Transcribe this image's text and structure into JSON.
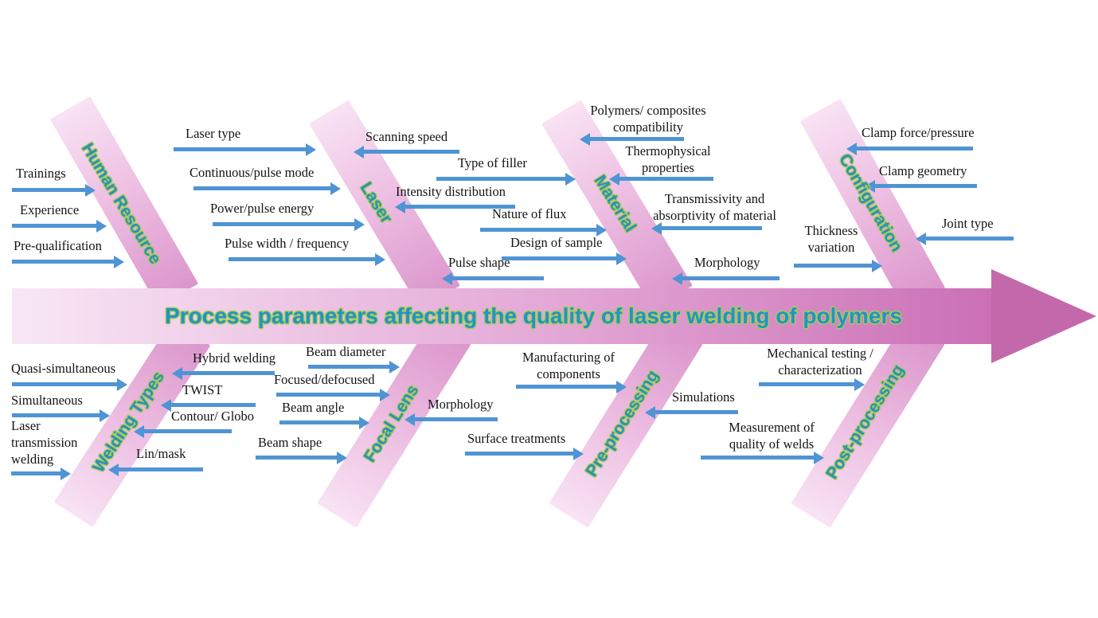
{
  "title": "Process parameters affecting the quality of laser welding of polymers",
  "colors": {
    "spine_pink_dark": "#c468ac",
    "spine_pink_light": "#f8e7f5",
    "branch_pink": "#eec0e3",
    "arrow_blue": "#4f94d4",
    "label_teal": "#2193c9",
    "outline_green": "#a9cc52",
    "feeder_text": "#141414"
  },
  "branches": [
    {
      "label": "Human Resource",
      "feeders": [
        "Trainings",
        "Experience",
        "Pre-qualification"
      ]
    },
    {
      "label": "Laser",
      "feeders": [
        "Laser type",
        "Continuous/pulse mode",
        "Power/pulse energy",
        "Pulse width / frequency",
        "Scanning speed",
        "Intensity distribution",
        "Pulse shape"
      ]
    },
    {
      "label": "Material",
      "feeders": [
        "Type of filler",
        "Nature of flux",
        "Design of sample",
        "Polymers/ composites compatibility",
        "Thermophysical properties",
        "Transmissivity and absorptivity of material",
        "Morphology"
      ]
    },
    {
      "label": "Configuration",
      "feeders": [
        "Thickness variation",
        "Clamp force/pressure",
        "Clamp geometry",
        "Joint type"
      ]
    },
    {
      "label": "Welding Types",
      "feeders": [
        "Quasi-simultaneous",
        "Simultaneous",
        "Laser transmission welding",
        "Hybrid welding",
        "TWIST",
        "Contour/ Globo",
        "Lin/mask"
      ]
    },
    {
      "label": "Focal Lens",
      "feeders": [
        "Beam diameter",
        "Focused/defocused",
        "Beam angle",
        "Beam shape",
        "Morphology"
      ]
    },
    {
      "label": "Pre-processing",
      "feeders": [
        "Manufacturing of components",
        "Surface treatments",
        "Simulations"
      ]
    },
    {
      "label": "Post-processing",
      "feeders": [
        "Mechanical testing / characterization",
        "Measurement of quality of welds"
      ]
    }
  ]
}
